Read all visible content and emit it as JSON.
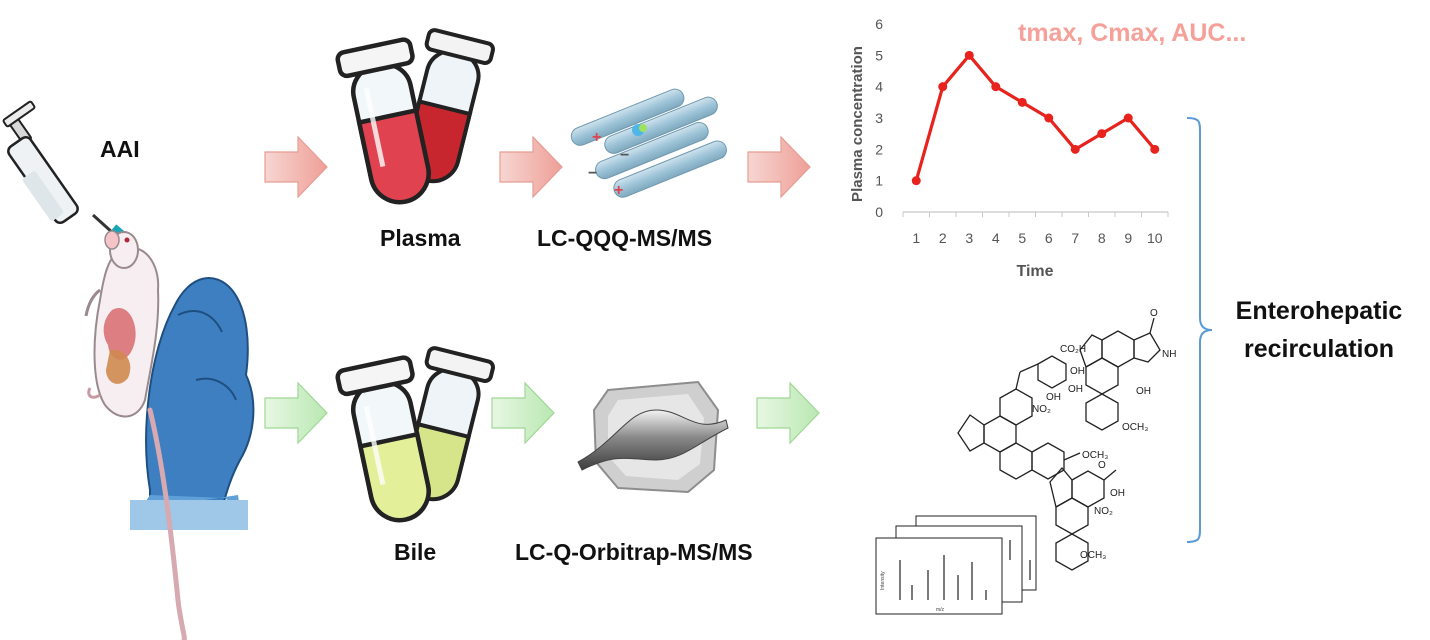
{
  "labels": {
    "drug": "AAI",
    "plasma": "Plasma",
    "bile": "Bile",
    "qqq": "LC-QQQ-MS/MS",
    "orbitrap": "LC-Q-Orbitrap-MS/MS",
    "pk_params": "tmax, Cmax, AUC...",
    "enterohepatic_line1": "Enterohepatic",
    "enterohepatic_line2": "recirculation"
  },
  "colors": {
    "plasma_arrow": "#f1b3ae",
    "bile_arrow": "#c9edc3",
    "series": "#e8221c",
    "pk_text": "#f6a09a",
    "bracket": "#5b9bd5",
    "tube_red": "#e0434f",
    "tube_yellow": "#e4ef9a"
  },
  "chart_data": {
    "type": "line",
    "x": [
      1,
      2,
      3,
      4,
      5,
      6,
      7,
      8,
      9,
      10
    ],
    "series": [
      {
        "values": [
          1,
          4,
          5,
          4,
          3.5,
          3,
          2,
          2.5,
          3,
          2
        ]
      }
    ],
    "xlabel": "Time",
    "ylabel": "Plasma concentration",
    "ylim": [
      0,
      6
    ],
    "yticks": [
      "0",
      "1",
      "2",
      "3",
      "4",
      "5",
      "6"
    ],
    "xticks": [
      "1",
      "2",
      "3",
      "4",
      "5",
      "6",
      "7",
      "8",
      "9",
      "10"
    ],
    "grid": false
  },
  "structures": {
    "a_co2h": "CO₂H",
    "a_oh1": "OH",
    "a_oh2": "OH",
    "a_oh3": "OH",
    "a_no2": "NO₂",
    "a_och3": "OCH₃",
    "b_o": "O",
    "b_nh": "NH",
    "b_oh": "OH",
    "b_och3": "OCH₃",
    "c_oh": "OH",
    "c_no2": "NO₂",
    "c_och3": "OCH₃",
    "c_o": "O"
  },
  "spectra": {
    "ylabel": "Intensity",
    "xlabel": "m/z"
  }
}
